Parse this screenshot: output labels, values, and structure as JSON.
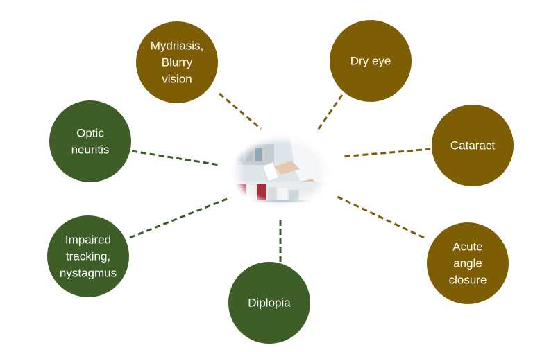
{
  "colors": {
    "brown": "#7d5e05",
    "green": "#3d5e27",
    "node_border": "#ffffff"
  },
  "center": {
    "image": "pharmacy-photo"
  },
  "nodes": [
    {
      "id": "mydriasis",
      "label": [
        "Mydriasis,",
        "Blurry",
        "vision"
      ],
      "color": "brown"
    },
    {
      "id": "dry-eye",
      "label": [
        "Dry eye"
      ],
      "color": "brown"
    },
    {
      "id": "cataract",
      "label": [
        "Cataract"
      ],
      "color": "brown"
    },
    {
      "id": "acute-angle-closure",
      "label": [
        "Acute",
        "angle",
        "closure"
      ],
      "color": "brown"
    },
    {
      "id": "diplopia",
      "label": [
        "Diplopia"
      ],
      "color": "green"
    },
    {
      "id": "impaired-tracking",
      "label": [
        "Impaired",
        "tracking,",
        "nystagmus"
      ],
      "color": "green"
    },
    {
      "id": "optic-neuritis",
      "label": [
        "Optic",
        "neuritis"
      ],
      "color": "green"
    }
  ]
}
